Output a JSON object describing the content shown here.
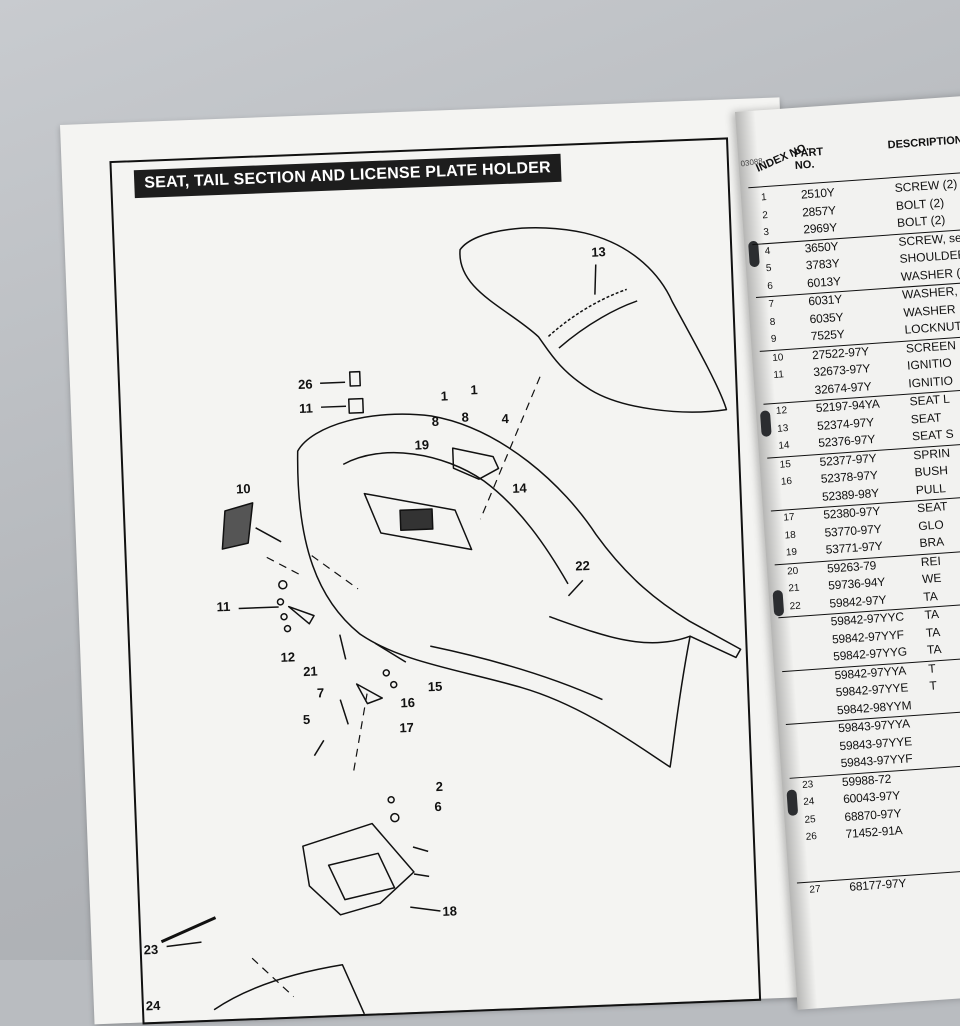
{
  "left_page": {
    "title": "SEAT, TAIL SECTION AND LICENSE PLATE HOLDER",
    "callouts": [
      {
        "label": "13"
      },
      {
        "label": "26"
      },
      {
        "label": "11"
      },
      {
        "label": "1"
      },
      {
        "label": "1"
      },
      {
        "label": "8"
      },
      {
        "label": "8"
      },
      {
        "label": "4"
      },
      {
        "label": "19"
      },
      {
        "label": "10"
      },
      {
        "label": "14"
      },
      {
        "label": "22"
      },
      {
        "label": "11"
      },
      {
        "label": "12"
      },
      {
        "label": "21"
      },
      {
        "label": "15"
      },
      {
        "label": "7"
      },
      {
        "label": "16"
      },
      {
        "label": "5"
      },
      {
        "label": "17"
      },
      {
        "label": "2"
      },
      {
        "label": "6"
      },
      {
        "label": "18"
      },
      {
        "label": "23"
      },
      {
        "label": "24"
      }
    ]
  },
  "right_page": {
    "page_code": "03088",
    "header": {
      "index": "INDEX NO.",
      "part": "PART NO.",
      "description": "DESCRIPTION"
    },
    "rows": [
      {
        "idx": "1",
        "pn": "2510Y",
        "ds": "SCREW (2)",
        "rule": false
      },
      {
        "idx": "2",
        "pn": "2857Y",
        "ds": "BOLT (2)",
        "rule": false
      },
      {
        "idx": "3",
        "pn": "2969Y",
        "ds": "BOLT (2)",
        "rule": false
      },
      {
        "idx": "4",
        "pn": "3650Y",
        "ds": "SCREW, se",
        "rule": true
      },
      {
        "idx": "5",
        "pn": "3783Y",
        "ds": "SHOULDER",
        "rule": false
      },
      {
        "idx": "6",
        "pn": "6013Y",
        "ds": "WASHER (",
        "rule": false
      },
      {
        "idx": "7",
        "pn": "6031Y",
        "ds": "WASHER,",
        "rule": true
      },
      {
        "idx": "8",
        "pn": "6035Y",
        "ds": "WASHER",
        "rule": false
      },
      {
        "idx": "9",
        "pn": "7525Y",
        "ds": "LOCKNUT",
        "rule": false
      },
      {
        "idx": "10",
        "pn": "27522-97Y",
        "ds": "SCREEN",
        "rule": true
      },
      {
        "idx": "11",
        "pn": "32673-97Y",
        "ds": "IGNITIO",
        "rule": false
      },
      {
        "idx": "",
        "pn": "32674-97Y",
        "ds": "IGNITIO",
        "rule": false
      },
      {
        "idx": "12",
        "pn": "52197-94YA",
        "ds": "SEAT L",
        "rule": true
      },
      {
        "idx": "13",
        "pn": "52374-97Y",
        "ds": "SEAT",
        "rule": false
      },
      {
        "idx": "14",
        "pn": "52376-97Y",
        "ds": "SEAT S",
        "rule": false
      },
      {
        "idx": "15",
        "pn": "52377-97Y",
        "ds": "SPRIN",
        "rule": true
      },
      {
        "idx": "16",
        "pn": "52378-97Y",
        "ds": "BUSH",
        "rule": false
      },
      {
        "idx": "",
        "pn": "52389-98Y",
        "ds": "PULL",
        "rule": false
      },
      {
        "idx": "17",
        "pn": "52380-97Y",
        "ds": "SEAT",
        "rule": true
      },
      {
        "idx": "18",
        "pn": "53770-97Y",
        "ds": "GLO",
        "rule": false
      },
      {
        "idx": "19",
        "pn": "53771-97Y",
        "ds": "BRA",
        "rule": false
      },
      {
        "idx": "20",
        "pn": "59263-79",
        "ds": "REI",
        "rule": true
      },
      {
        "idx": "21",
        "pn": "59736-94Y",
        "ds": "WE",
        "rule": false
      },
      {
        "idx": "22",
        "pn": "59842-97Y",
        "ds": "TA",
        "rule": false
      },
      {
        "idx": "",
        "pn": "59842-97YYC",
        "ds": "TA",
        "rule": true
      },
      {
        "idx": "",
        "pn": "59842-97YYF",
        "ds": "TA",
        "rule": false
      },
      {
        "idx": "",
        "pn": "59842-97YYG",
        "ds": "TA",
        "rule": false
      },
      {
        "idx": "",
        "pn": "59842-97YYA",
        "ds": "T",
        "rule": true
      },
      {
        "idx": "",
        "pn": "59842-97YYE",
        "ds": "T",
        "rule": false
      },
      {
        "idx": "",
        "pn": "59842-98YYM",
        "ds": "",
        "rule": false
      },
      {
        "idx": "",
        "pn": "59843-97YYA",
        "ds": "",
        "rule": true
      },
      {
        "idx": "",
        "pn": "59843-97YYE",
        "ds": "",
        "rule": false
      },
      {
        "idx": "",
        "pn": "59843-97YYF",
        "ds": "",
        "rule": false
      },
      {
        "idx": "23",
        "pn": "59988-72",
        "ds": "",
        "rule": true
      },
      {
        "idx": "24",
        "pn": "60043-97Y",
        "ds": "",
        "rule": false
      },
      {
        "idx": "25",
        "pn": "68870-97Y",
        "ds": "",
        "rule": false
      },
      {
        "idx": "26",
        "pn": "71452-91A",
        "ds": "",
        "rule": false
      },
      {
        "idx": "27",
        "pn": "68177-97Y",
        "ds": "",
        "rule": true,
        "gap": true
      }
    ]
  }
}
